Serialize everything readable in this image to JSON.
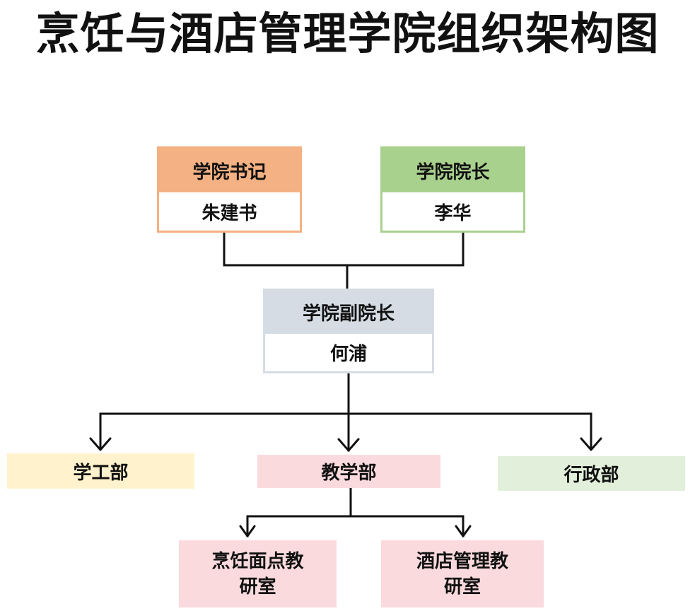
{
  "title": "烹饪与酒店管理学院组织架构图",
  "leaders": {
    "secretary": {
      "role": "学院书记",
      "name": "朱建书",
      "color": "#f4b183"
    },
    "dean": {
      "role": "学院院长",
      "name": "李华",
      "color": "#a9d18e"
    },
    "vice_dean": {
      "role": "学院副院长",
      "name": "何浦",
      "color": "#d6dce4"
    }
  },
  "departments": {
    "student_affairs": {
      "label": "学工部",
      "color": "#fff2cc"
    },
    "teaching": {
      "label": "教学部",
      "color": "#fadadd"
    },
    "administration": {
      "label": "行政部",
      "color": "#e2efda"
    }
  },
  "offices": {
    "cooking": {
      "line1": "烹饪面点教",
      "line2": "研室",
      "color": "#fadadd"
    },
    "hotel": {
      "line1": "酒店管理教",
      "line2": "研室",
      "color": "#fadadd"
    }
  }
}
